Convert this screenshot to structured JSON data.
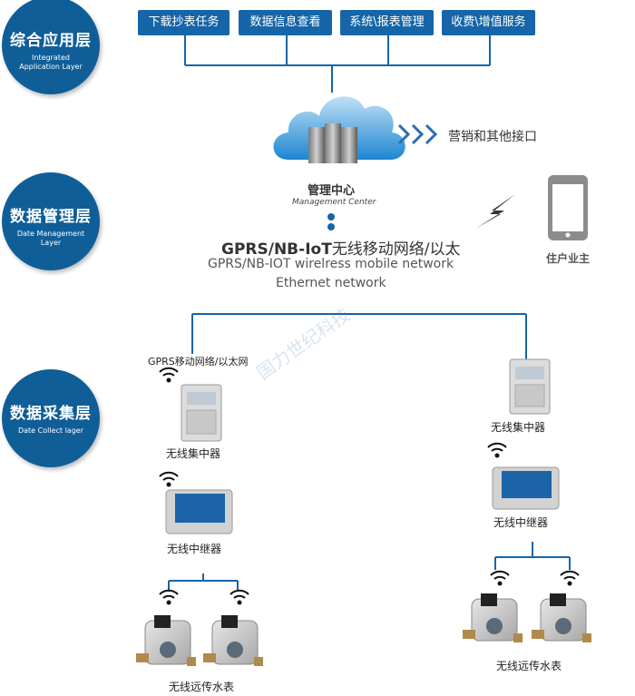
{
  "layers": [
    {
      "cn": "综合应用层",
      "en": "Integrated Application Layer"
    },
    {
      "cn": "数据管理层",
      "en": "Date Management Layer"
    },
    {
      "cn": "数据采集层",
      "en": "Date Collect lager"
    }
  ],
  "app_buttons": [
    "下载抄表任务",
    "数据信息查看",
    "系统\\报表管理",
    "收费\\增值服务"
  ],
  "cloud": {
    "cn": "管理中心",
    "en": "Management Center"
  },
  "interface_label": "营销和其他接口",
  "homeowner_label": "住户业主",
  "network": {
    "title_bold": "GPRS/NB-IoT",
    "title_rest": "无线移动网络/以太",
    "line2": "GPRS/NB-IOT wirelress mobile network",
    "line3": "Ethernet network"
  },
  "left_branch": {
    "network_label": "GPRS移动网络/以太网",
    "concentrator": "无线集中器",
    "repeater": "无线中继器",
    "meters": "无线远传水表"
  },
  "right_branch": {
    "concentrator": "无线集中器",
    "repeater": "无线中继器",
    "meters": "无线远传水表"
  },
  "watermark": "国力世纪科技",
  "colors": {
    "primary": "#0f5e98",
    "button": "#1565a8",
    "line": "#1565a8",
    "arrow": "#2a6db0"
  }
}
